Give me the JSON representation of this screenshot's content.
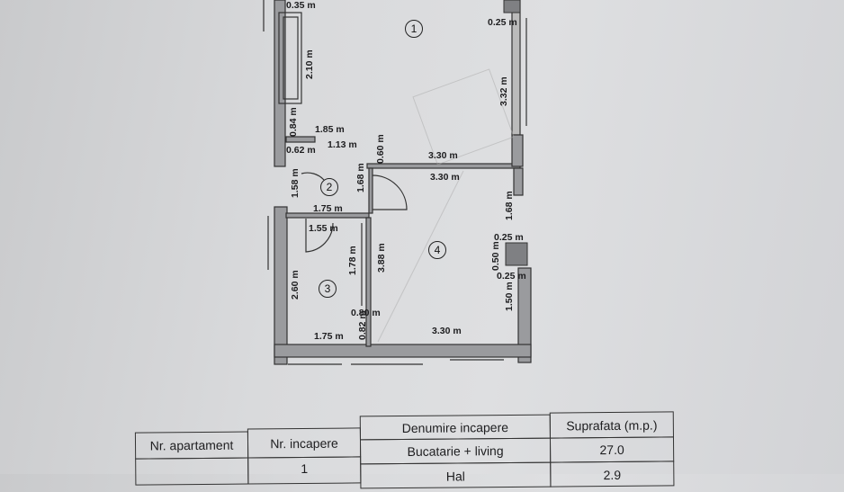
{
  "plan": {
    "rooms": [
      "1",
      "2",
      "3",
      "4"
    ],
    "dims": {
      "d035": "0.35 m",
      "d210": "2.10 m",
      "d025a": "0.25 m",
      "d332": "3.32 m",
      "d084": "0.84 m",
      "d185": "1.85 m",
      "d113": "1.13 m",
      "d062": "0.62 m",
      "d060": "0.60 m",
      "d330a": "3.30 m",
      "d330b": "3.30 m",
      "d158": "1.58 m",
      "d168a": "1.68 m",
      "d175a": "1.75 m",
      "d168b": "1.68 m",
      "d155": "1.55 m",
      "d025b": "0.25 m",
      "d050": "0.50 m",
      "d025c": "0.25 m",
      "d388": "3.88 m",
      "d178": "1.78 m",
      "d260": "2.60 m",
      "d080": "0.80 m",
      "d082": "0.82 m",
      "d175b": "1.75 m",
      "d150": "1.50 m",
      "d330c": "3.30 m"
    }
  },
  "table": {
    "headers": [
      "Nr. apartament",
      "Nr. incapere",
      "Denumire incapere",
      "Suprafata (m.p.)"
    ],
    "rows": [
      [
        "",
        "1",
        "Bucatarie + living",
        "27.0"
      ],
      [
        "",
        "",
        "Hal",
        "2.9"
      ]
    ]
  }
}
